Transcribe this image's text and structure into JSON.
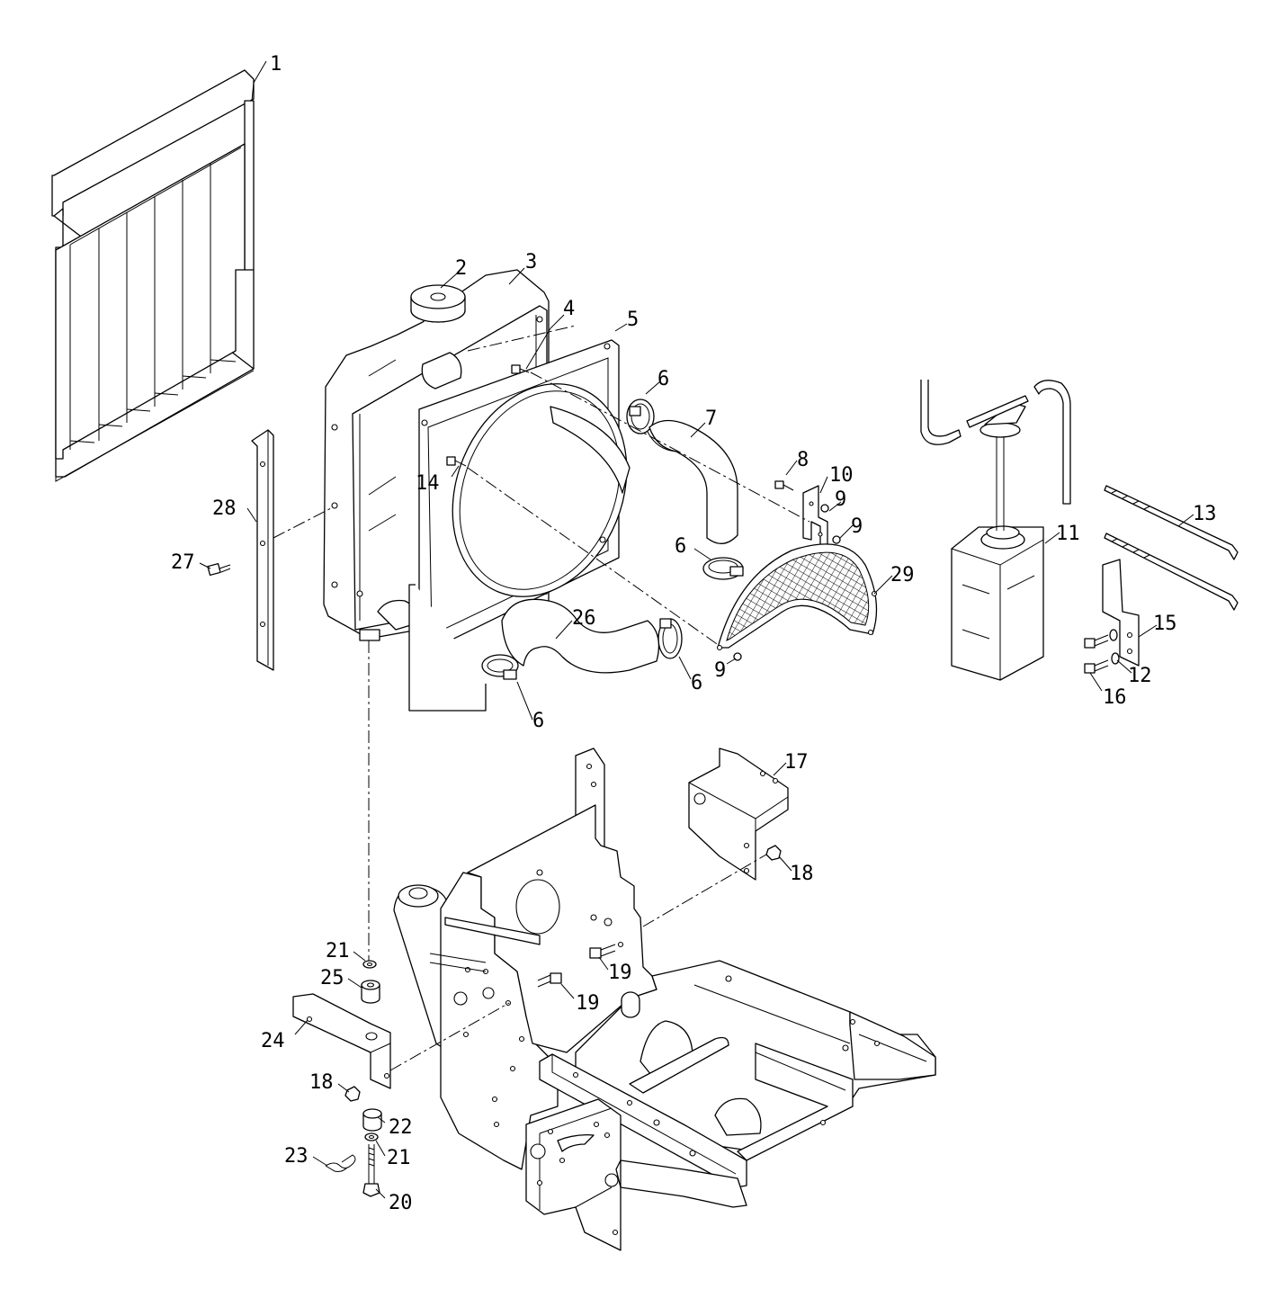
{
  "diagram": {
    "colors": {
      "line": "#000000",
      "background": "#ffffff"
    },
    "callouts": [
      {
        "id": "c1",
        "text": "1"
      },
      {
        "id": "c2",
        "text": "2"
      },
      {
        "id": "c3",
        "text": "3"
      },
      {
        "id": "c4",
        "text": "4"
      },
      {
        "id": "c5",
        "text": "5"
      },
      {
        "id": "c6a",
        "text": "6"
      },
      {
        "id": "c6b",
        "text": "6"
      },
      {
        "id": "c6c",
        "text": "6"
      },
      {
        "id": "c6d",
        "text": "6"
      },
      {
        "id": "c7",
        "text": "7"
      },
      {
        "id": "c8",
        "text": "8"
      },
      {
        "id": "c9a",
        "text": "9"
      },
      {
        "id": "c9b",
        "text": "9"
      },
      {
        "id": "c9c",
        "text": "9"
      },
      {
        "id": "c10",
        "text": "10"
      },
      {
        "id": "c11",
        "text": "11"
      },
      {
        "id": "c12",
        "text": "12"
      },
      {
        "id": "c13",
        "text": "13"
      },
      {
        "id": "c14",
        "text": "14"
      },
      {
        "id": "c15",
        "text": "15"
      },
      {
        "id": "c16",
        "text": "16"
      },
      {
        "id": "c17",
        "text": "17"
      },
      {
        "id": "c18a",
        "text": "18"
      },
      {
        "id": "c18b",
        "text": "18"
      },
      {
        "id": "c19a",
        "text": "19"
      },
      {
        "id": "c19b",
        "text": "19"
      },
      {
        "id": "c20",
        "text": "20"
      },
      {
        "id": "c21a",
        "text": "21"
      },
      {
        "id": "c21b",
        "text": "21"
      },
      {
        "id": "c22",
        "text": "22"
      },
      {
        "id": "c23",
        "text": "23"
      },
      {
        "id": "c24",
        "text": "24"
      },
      {
        "id": "c25",
        "text": "25"
      },
      {
        "id": "c26",
        "text": "26"
      },
      {
        "id": "c27",
        "text": "27"
      },
      {
        "id": "c28",
        "text": "28"
      },
      {
        "id": "c29",
        "text": "29"
      }
    ]
  }
}
